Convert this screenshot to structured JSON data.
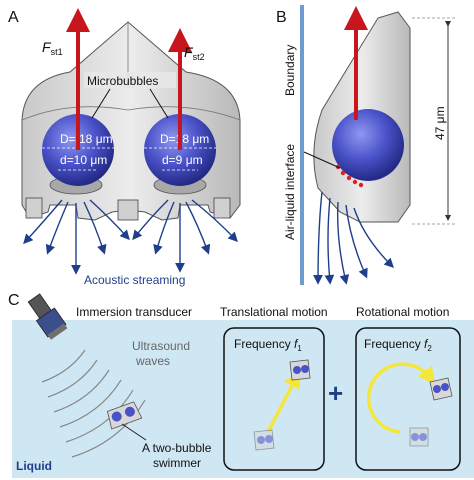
{
  "panels": {
    "a": {
      "letter": "A",
      "force_left": "F",
      "force_left_sub": "st1",
      "force_right": "F",
      "force_right_sub": "st2",
      "microbubbles_label": "Microbubbles",
      "bubble_left_D": "D= 18 μm",
      "bubble_left_d": "d=10 μm",
      "bubble_right_D": "D=18 μm",
      "bubble_right_d": "d=9 μm",
      "streaming_label": "Acoustic streaming"
    },
    "b": {
      "letter": "B",
      "boundary_label": "Boundary",
      "interface_label": "Air-liquid interface",
      "dimension_label": "47 μm"
    },
    "c": {
      "letter": "C",
      "transducer_label": "Immersion transducer",
      "waves_label_line1": "Ultrasound",
      "waves_label_line2": "waves",
      "swimmer_label_line1": "A two-bubble",
      "swimmer_label_line2": "swimmer",
      "liquid_label": "Liquid",
      "translational_label": "Translational motion",
      "rotational_label": "Rotational motion",
      "freq1_text": "Frequency ",
      "freq1_symbol": "f",
      "freq1_sub": "1",
      "freq2_text": "Frequency ",
      "freq2_symbol": "f",
      "freq2_sub": "2",
      "plus_sign": "+"
    }
  },
  "colors": {
    "force_arrow": "#c8161d",
    "bubble": "#4a52c8",
    "streaming": "#1f3f8a",
    "liquid_bg": "#cfe7f2",
    "yellow_arrow": "#f5e63a",
    "boundary_line": "#6f9bd1"
  }
}
